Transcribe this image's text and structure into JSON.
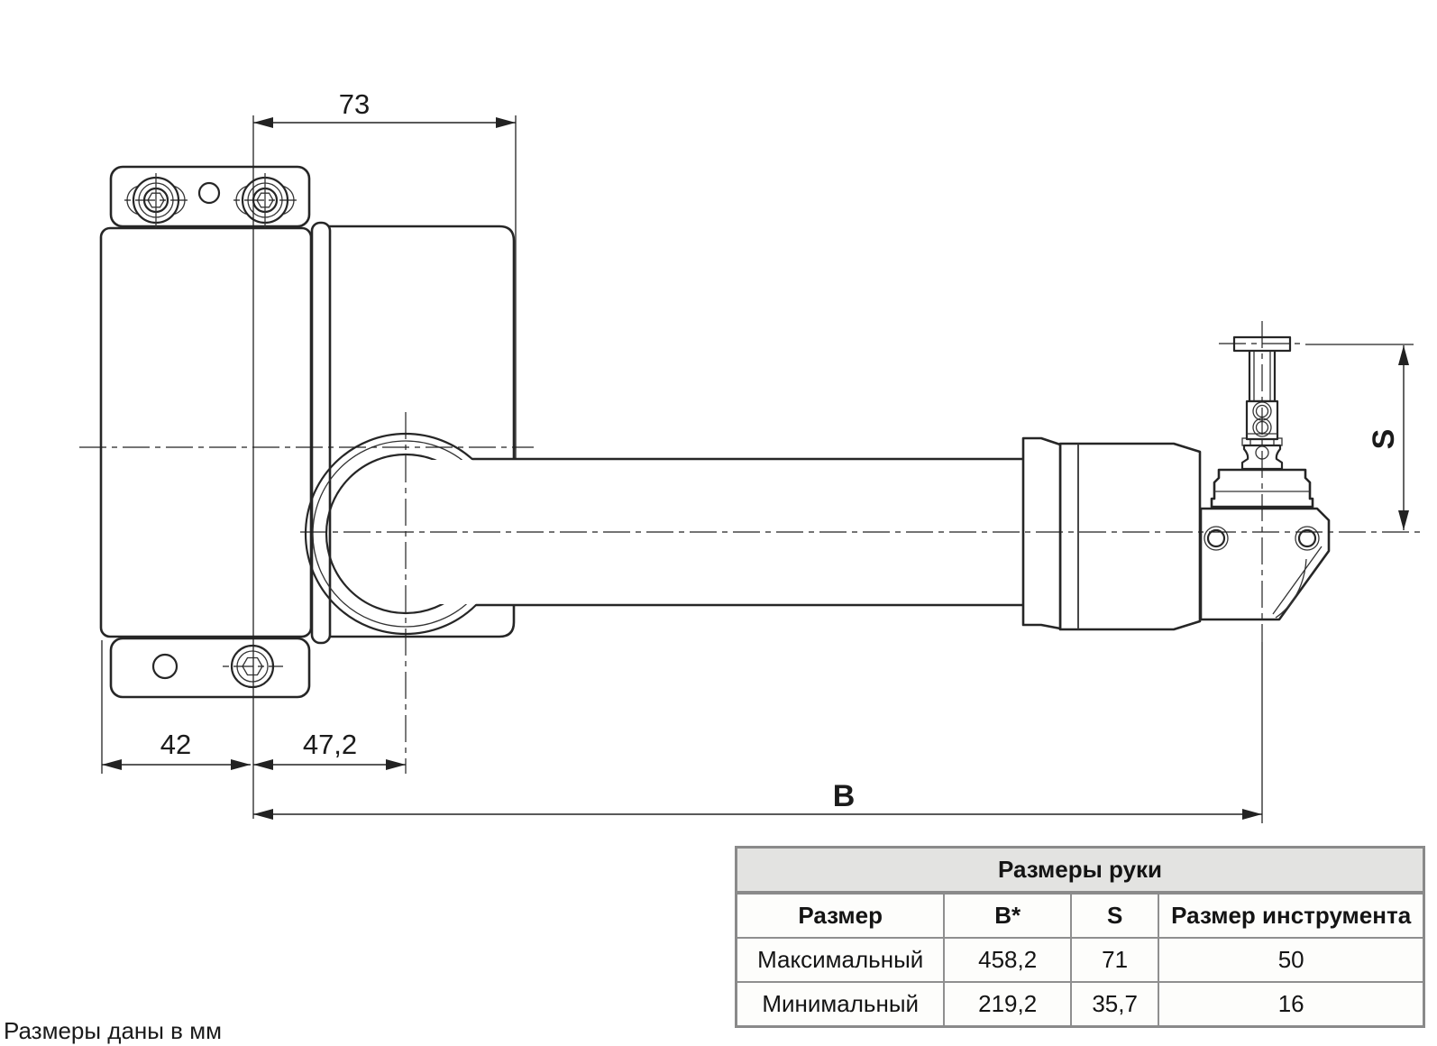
{
  "drawing": {
    "dimensions": {
      "bracket_hole_span": "73",
      "bracket_left_offset": "42",
      "pivot_offset": "47,2",
      "arm_length_label": "B",
      "stroke_label": "S"
    },
    "note": "Размеры даны в мм"
  },
  "table": {
    "title": "Размеры руки",
    "columns": [
      "Размер",
      "B*",
      "S",
      "Размер инструмента"
    ],
    "rows": [
      {
        "label": "Максимальный",
        "b": "458,2",
        "s": "71",
        "tool": "50"
      },
      {
        "label": "Минимальный",
        "b": "219,2",
        "s": "35,7",
        "tool": "16"
      }
    ]
  },
  "colors": {
    "line": "#262626",
    "table_border": "#8a8a8a",
    "table_header_bg": "#e3e3e1",
    "background": "#ffffff"
  }
}
